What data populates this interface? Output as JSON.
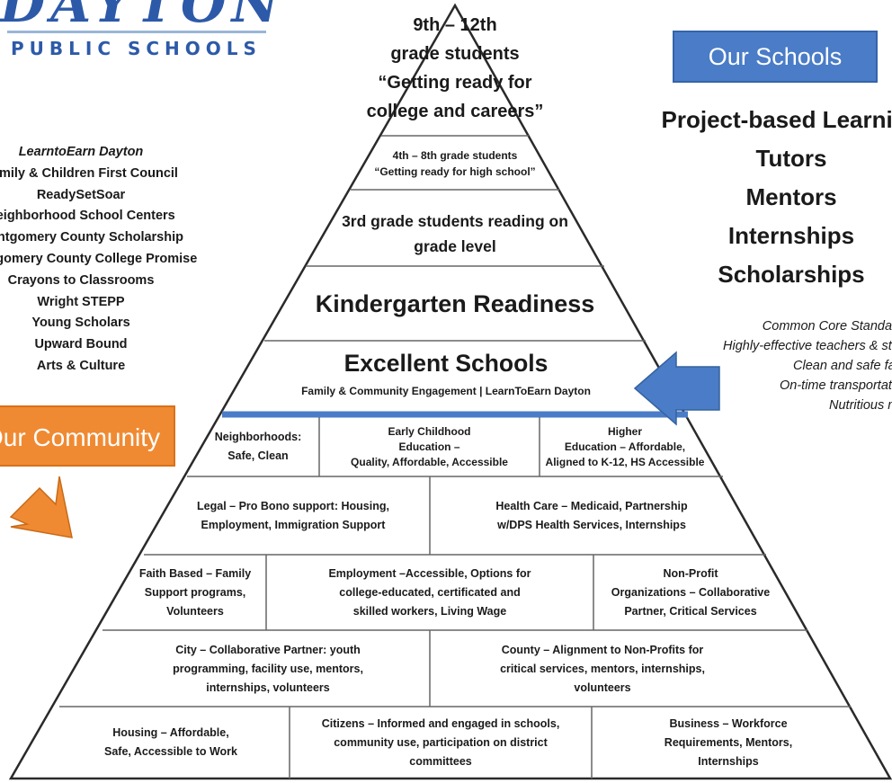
{
  "logo": {
    "name": "DAYTON",
    "sub": "PUBLIC SCHOOLS"
  },
  "left_programs": [
    "LearntoEarn Dayton",
    "Family & Children First Council",
    "ReadySetSoar",
    "Neighborhood School Centers",
    "Montgomery County Scholarship",
    "Montgomery County College Promise",
    "Crayons to Classrooms",
    "Wright STEPP",
    "Young Scholars",
    "Upward Bound",
    "Arts & Culture"
  ],
  "community_label": "Our Community",
  "our_schools_label": "Our Schools",
  "schools_offerings": [
    "Project-based Learning",
    "Tutors",
    "Mentors",
    "Internships",
    "Scholarships"
  ],
  "schools_standards": [
    "Common Core Standards",
    "Highly-effective teachers & staff",
    "Clean and safe facilities",
    "On-time transportation",
    "Nutritious meals"
  ],
  "pyramid": {
    "top": [
      "9th – 12th",
      "grade students",
      "“Getting ready for",
      "college and careers”"
    ],
    "grades_4_8": [
      "4th – 8th grade students",
      "“Getting ready for high school”"
    ],
    "grade_3": [
      "3rd grade students reading on",
      "grade level"
    ],
    "kindergarten": "Kindergarten Readiness",
    "excellent_schools": "Excellent Schools",
    "engagement": "Family & Community Engagement | LearnToEarn Dayton",
    "rows": [
      [
        {
          "text": "Neighborhoods:\nSafe, Clean"
        },
        {
          "text": "Early Childhood\nEducation –\nQuality, Affordable, Accessible"
        },
        {
          "text": "Higher\nEducation – Affordable,\nAligned to K-12, HS Accessible"
        }
      ],
      [
        {
          "text": "Legal – Pro Bono support:  Housing,\nEmployment, Immigration Support"
        },
        {
          "text": "Health Care – Medicaid, Partnership\nw/DPS Health Services, Internships"
        }
      ],
      [
        {
          "text": "Faith Based – Family\nSupport programs,\nVolunteers"
        },
        {
          "text": "Employment –Accessible, Options for\ncollege-educated, certificated and\nskilled workers, Living Wage"
        },
        {
          "text": "Non-Profit\nOrganizations – Collaborative\nPartner, Critical Services"
        }
      ],
      [
        {
          "text": "City – Collaborative Partner: youth\nprogramming, facility use, mentors,\ninternships, volunteers"
        },
        {
          "text": "County – Alignment to Non-Profits for\ncritical services, mentors, internships,\nvolunteers"
        }
      ],
      [
        {
          "text": "Housing – Affordable,\nSafe, Accessible to Work"
        },
        {
          "text": "Citizens – Informed and engaged in schools,\ncommunity use, participation on district\ncommittees"
        },
        {
          "text": "Business – Workforce\nRequirements, Mentors,\nInternships"
        }
      ]
    ]
  },
  "colors": {
    "blue": "#4a7cc7",
    "orange": "#f08a32",
    "pyramid_divider": "#4a7cc7"
  }
}
